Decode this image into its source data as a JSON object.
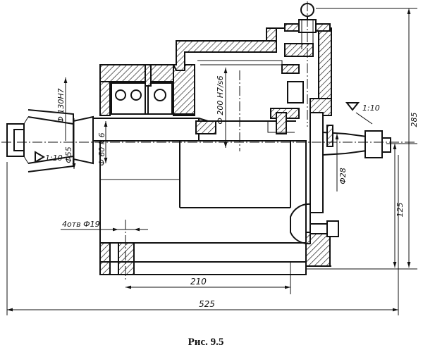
{
  "figure": {
    "caption": "Рис. 9.5"
  },
  "dimensions": {
    "d_flange": "Ф 130H7",
    "d_nose": "Ф55",
    "taper_left": "1:10",
    "d_bearing": "Ф 60 k 6",
    "d_housing": "Ф 200 H7/s6",
    "taper_right": "1:10",
    "d_right_shaft": "Ф28",
    "holes": "4отв Ф19",
    "hole_spacing": "210",
    "overall_length": "525",
    "height_axis": "125",
    "height_total": "285"
  }
}
